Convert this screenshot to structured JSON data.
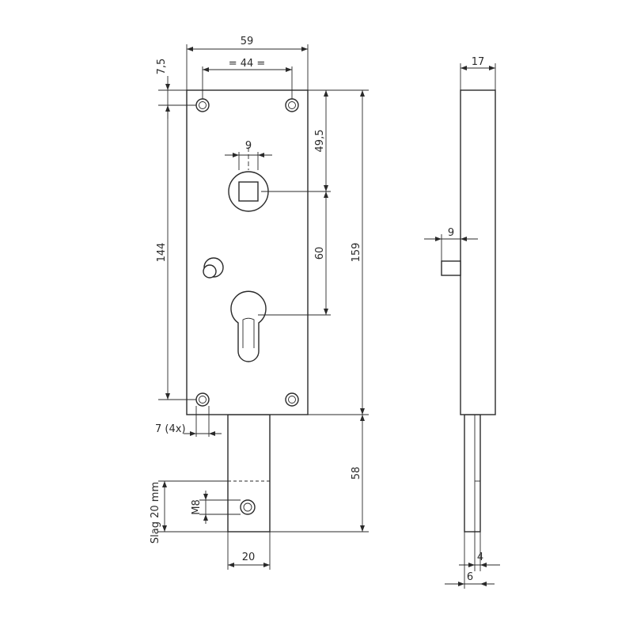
{
  "dimensions": {
    "width_59": "59",
    "hole_spacing_44": "= 44 =",
    "edge_7_5": "7,5",
    "height_144": "144",
    "spindle_9": "9",
    "offset_49_5": "49,5",
    "spindle_cylinder_60": "60",
    "total_159": "159",
    "hole_7_4x": "7 (4x)",
    "bolt_58": "58",
    "thread_m8": "M8",
    "stroke_slag": "Slag 20 mm",
    "bolt_width_20": "20",
    "depth_17": "17",
    "side_9": "9",
    "side_4": "4",
    "side_6": "6"
  }
}
